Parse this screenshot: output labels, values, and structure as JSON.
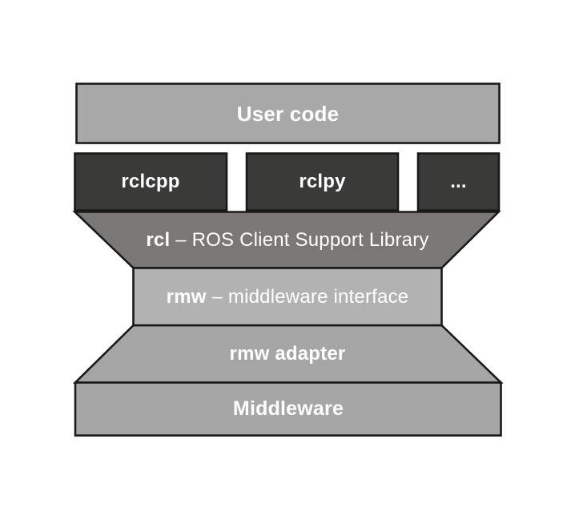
{
  "diagram": {
    "layers": {
      "user_code": {
        "label": "User code"
      },
      "client_libs": [
        {
          "label": "rclcpp"
        },
        {
          "label": "rclpy"
        },
        {
          "label": "..."
        }
      ],
      "rcl": {
        "label_bold": "rcl",
        "label_rest": " – ROS Client Support Library"
      },
      "rmw": {
        "label_bold": "rmw",
        "label_rest": " – middleware interface"
      },
      "rmw_adapter": {
        "label": "rmw adapter"
      },
      "middleware": {
        "label": "Middleware"
      }
    },
    "colors": {
      "background": "#ffffff",
      "border": "#191919",
      "text": "#ffffff",
      "user_code_fill": "#a8a8a8",
      "client_lib_fill": "#3a3a38",
      "rcl_fill": "#7a7774",
      "rmw_fill": "#b2b2b2",
      "adapter_fill": "#a5a5a5",
      "middleware_fill": "#a6a6a6"
    }
  }
}
